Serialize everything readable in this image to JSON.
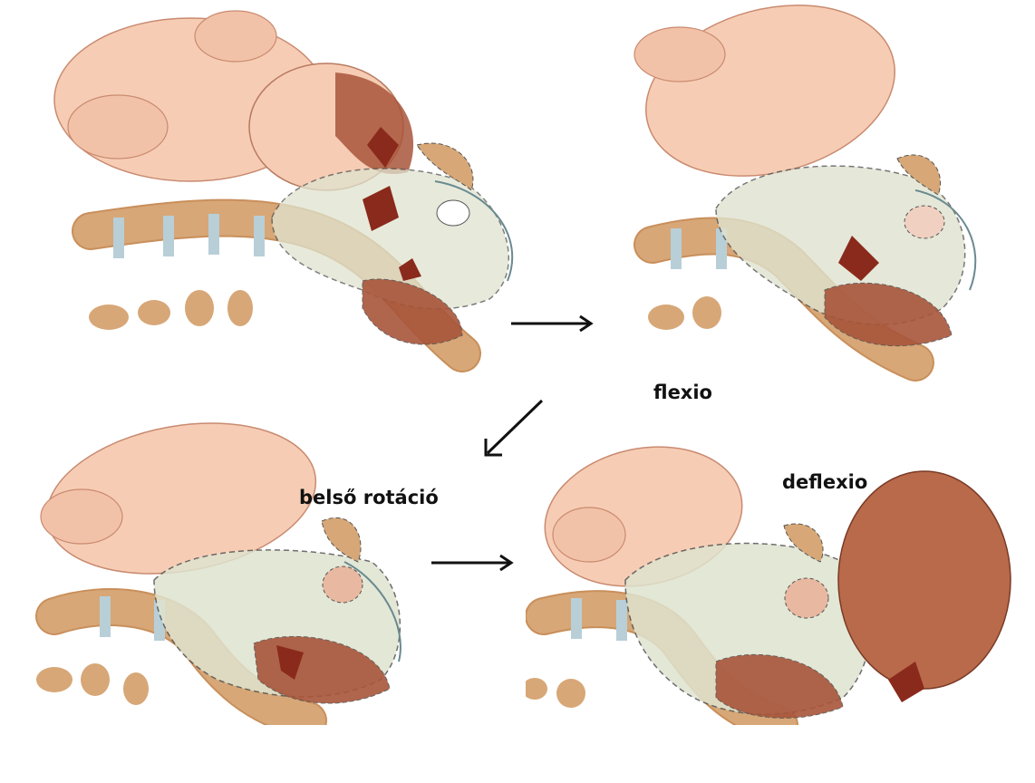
{
  "labels": {
    "flexio": "flexio",
    "belso_rotacio": "belső rotáció",
    "deflexio": "deflexio"
  },
  "colors": {
    "skin": "#f6cdb4",
    "skin_shade": "#e8a98c",
    "head_brown": "#a8553a",
    "fontanelle": "#8a2a1c",
    "pelvis_fill": "#dfe3cf",
    "pelvis_blue": "#cfe3e4",
    "bone": "#d7a777",
    "disc": "#b8cfd8",
    "arrow": "#111111"
  }
}
